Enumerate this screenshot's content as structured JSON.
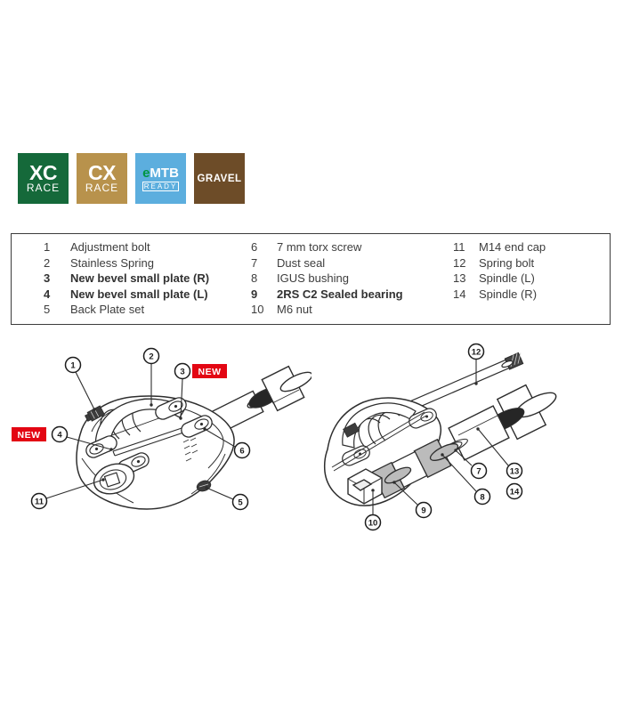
{
  "badges": {
    "xc": {
      "title": "XC",
      "subtitle": "RACE"
    },
    "cx": {
      "title": "CX",
      "subtitle": "RACE"
    },
    "emtb": {
      "e": "e",
      "rest": "MTB",
      "subtitle": "READY"
    },
    "gravel": {
      "title": "GRAVEL"
    }
  },
  "colors": {
    "badge_xc_bg": "#15693a",
    "badge_cx_bg": "#b8924c",
    "badge_emtb_bg": "#5caede",
    "badge_emtb_e": "#009640",
    "badge_gravel_bg": "#6d4c28",
    "new_badge_bg": "#e30613",
    "line_art": "#2e2e2e",
    "shade_gray": "#bbbbbb"
  },
  "parts_table": {
    "col1": [
      {
        "num": "1",
        "label": "Adjustment bolt"
      },
      {
        "num": "2",
        "label": "Stainless Spring"
      },
      {
        "num": "3",
        "label": "New bevel small plate (R)"
      },
      {
        "num": "4",
        "label": "New bevel small plate (L)"
      },
      {
        "num": "5",
        "label": "Back Plate set"
      }
    ],
    "col2": [
      {
        "num": "6",
        "label": "7 mm torx screw"
      },
      {
        "num": "7",
        "label": "Dust seal"
      },
      {
        "num": "8",
        "label": "IGUS bushing"
      },
      {
        "num": "9",
        "label": "2RS C2 Sealed bearing"
      },
      {
        "num": "10",
        "label": "M6 nut"
      }
    ],
    "col3": [
      {
        "num": "11",
        "label": "M14 end cap"
      },
      {
        "num": "12",
        "label": "Spring bolt"
      },
      {
        "num": "13",
        "label": "Spindle (L)"
      },
      {
        "num": "14",
        "label": "Spindle (R)"
      }
    ]
  },
  "diagram_left": {
    "callouts": [
      "1",
      "2",
      "3",
      "4",
      "6",
      "11",
      "5"
    ],
    "new_badges": [
      "NEW",
      "NEW"
    ]
  },
  "diagram_right": {
    "callouts": [
      "12",
      "7",
      "13",
      "8",
      "14",
      "9",
      "10"
    ]
  }
}
